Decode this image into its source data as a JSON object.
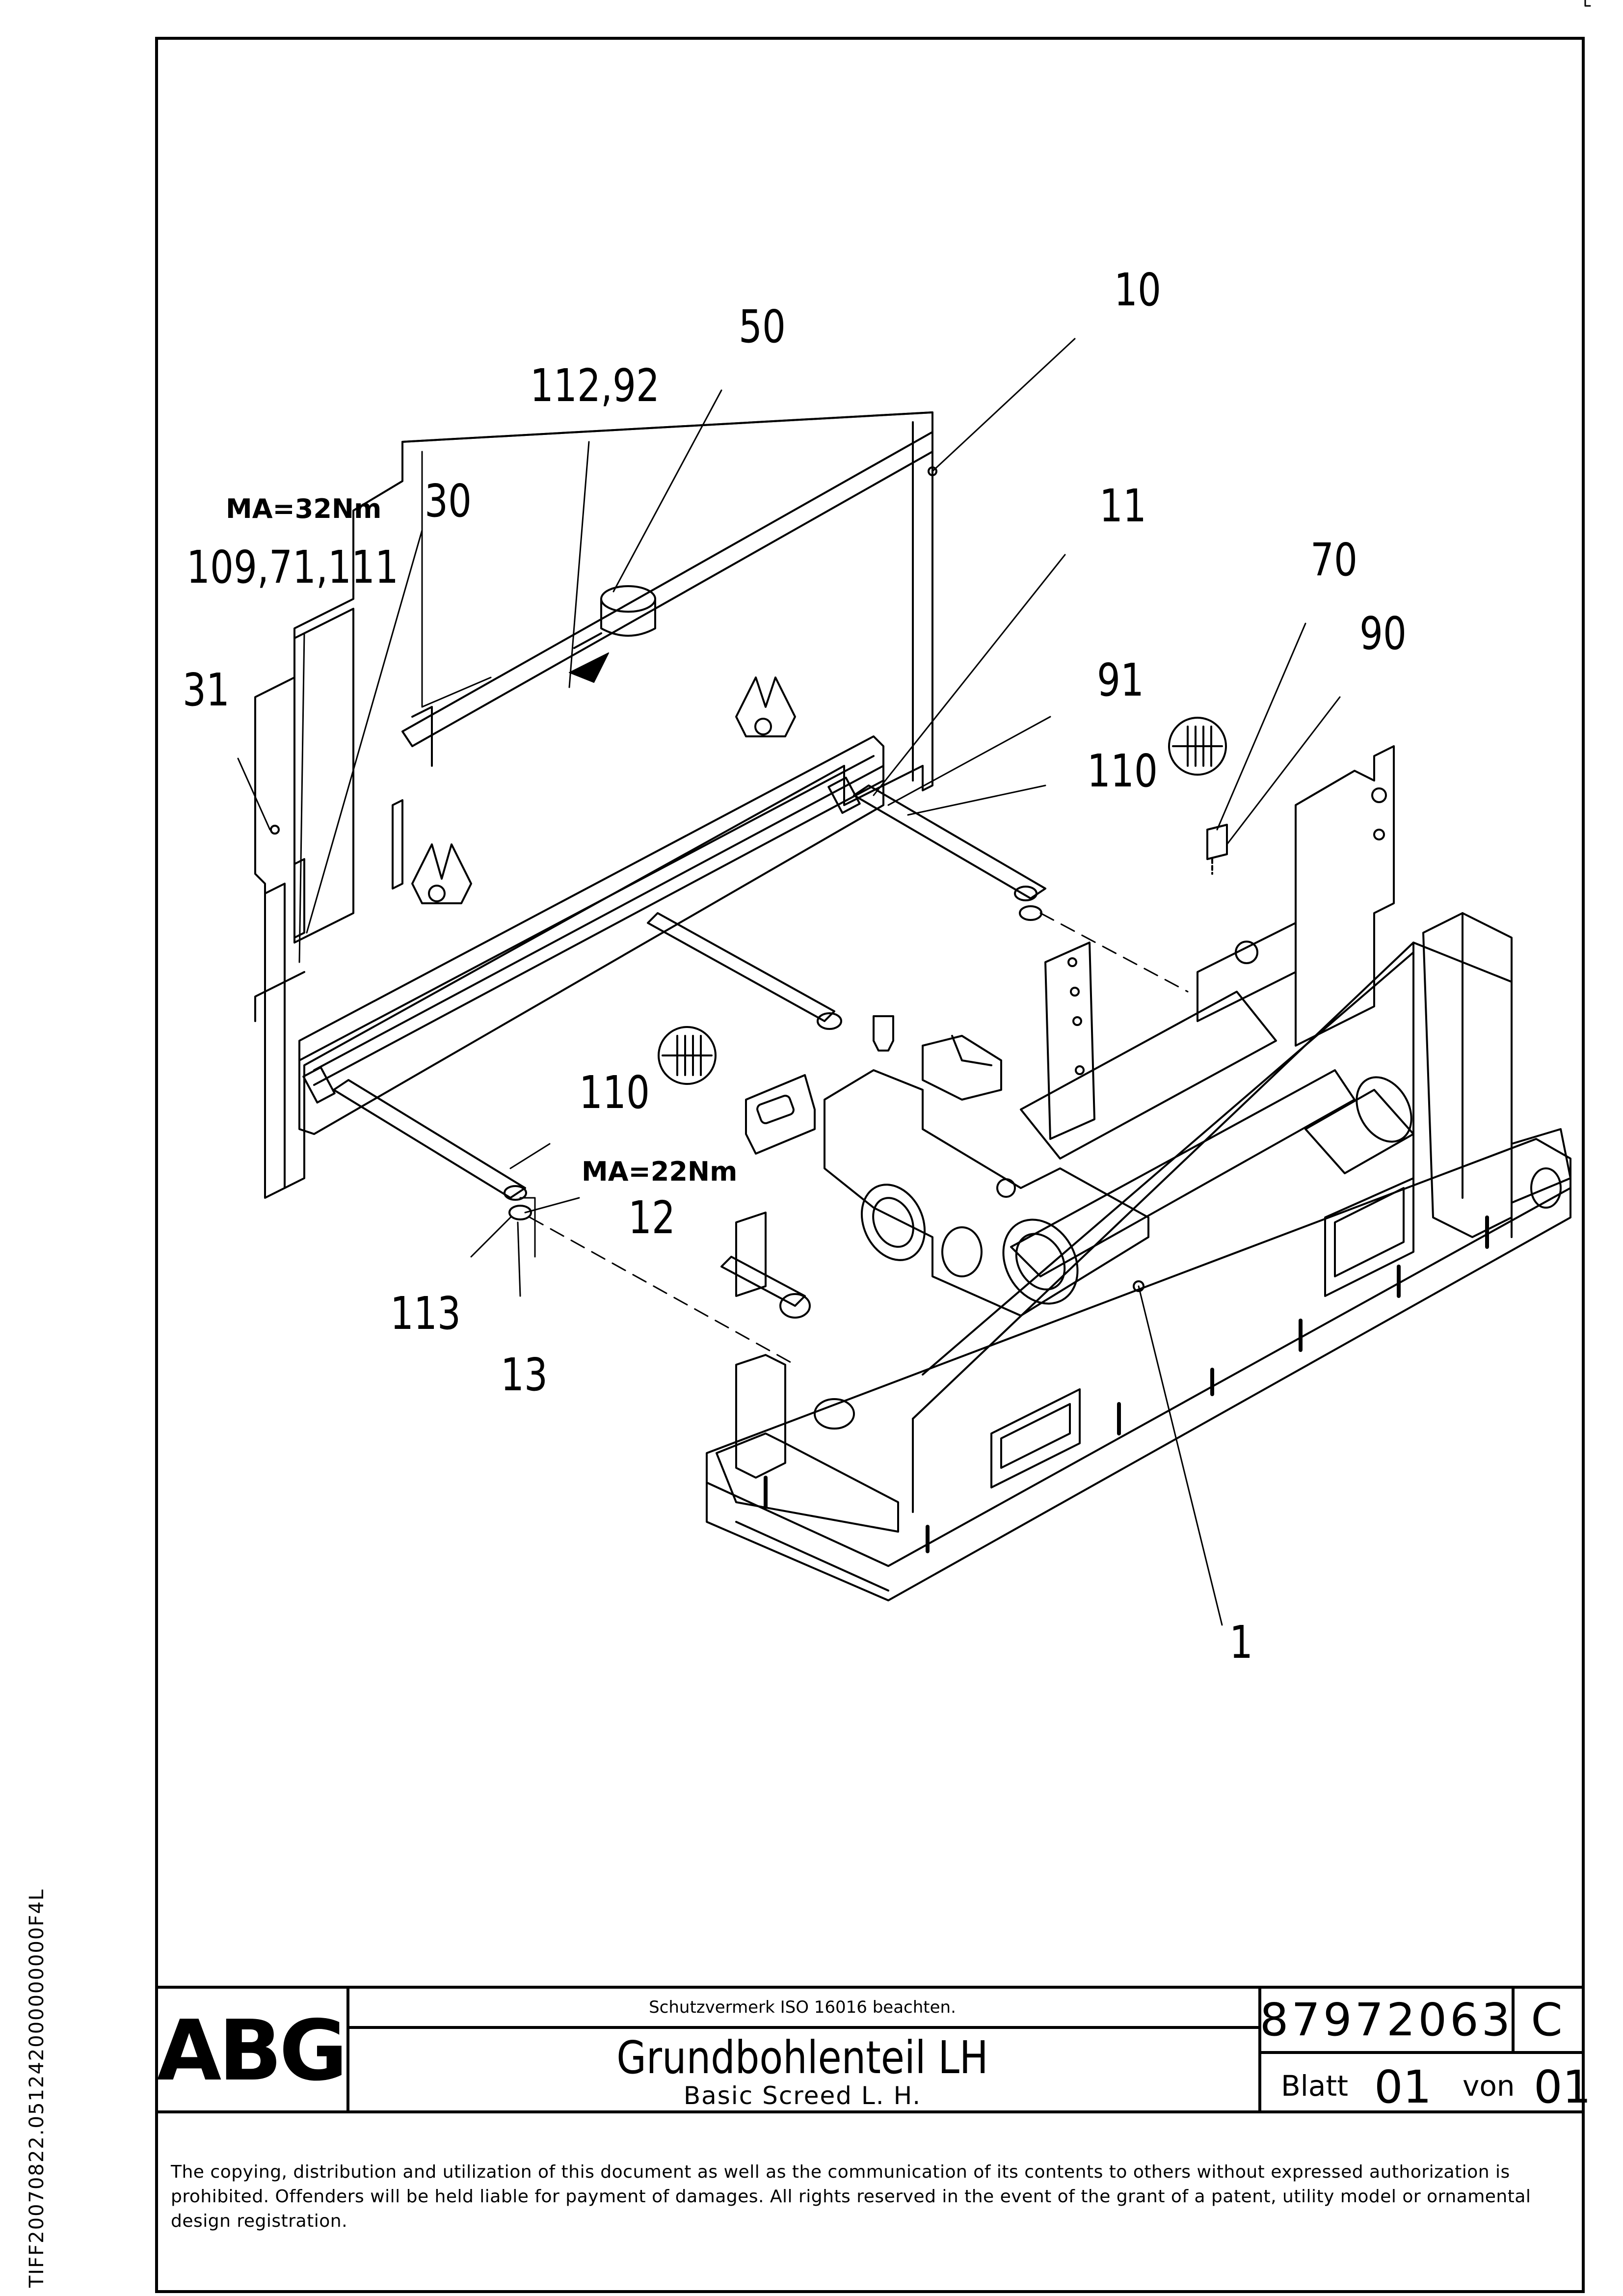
{
  "side_code": "TIFF20070822.051242000000000F4L",
  "callouts": {
    "c10": "10",
    "c50": "50",
    "c112_92": "112,92",
    "c30": "30",
    "c109_71_111": "109,71,111",
    "c11": "11",
    "c70": "70",
    "c90": "90",
    "c31": "31",
    "c91": "91",
    "c110_top": "110",
    "c110_mid": "110",
    "c12": "12",
    "c113": "113",
    "c13": "13",
    "c1": "1"
  },
  "torque": {
    "upper": "MA=32Nm",
    "lower": "MA=22Nm"
  },
  "title_block": {
    "logo": "ABG",
    "protection_note": "Schutzvermerk ISO 16016 beachten.",
    "title_de": "Grundbohlenteil LH",
    "title_en": "Basic Screed L. H.",
    "document_number": "87972063",
    "revision": "C",
    "sheet_label": "Blatt",
    "sheet_number": "01",
    "of_label": "von",
    "sheet_total": "01"
  },
  "copyright": "The copying, distribution and utilization of this document as well as the communication of its contents to others without expressed authorization is prohibited. Offenders will be held liable for payment of damages. All rights reserved in the event of the grant of a patent, utility model or ornamental design registration."
}
